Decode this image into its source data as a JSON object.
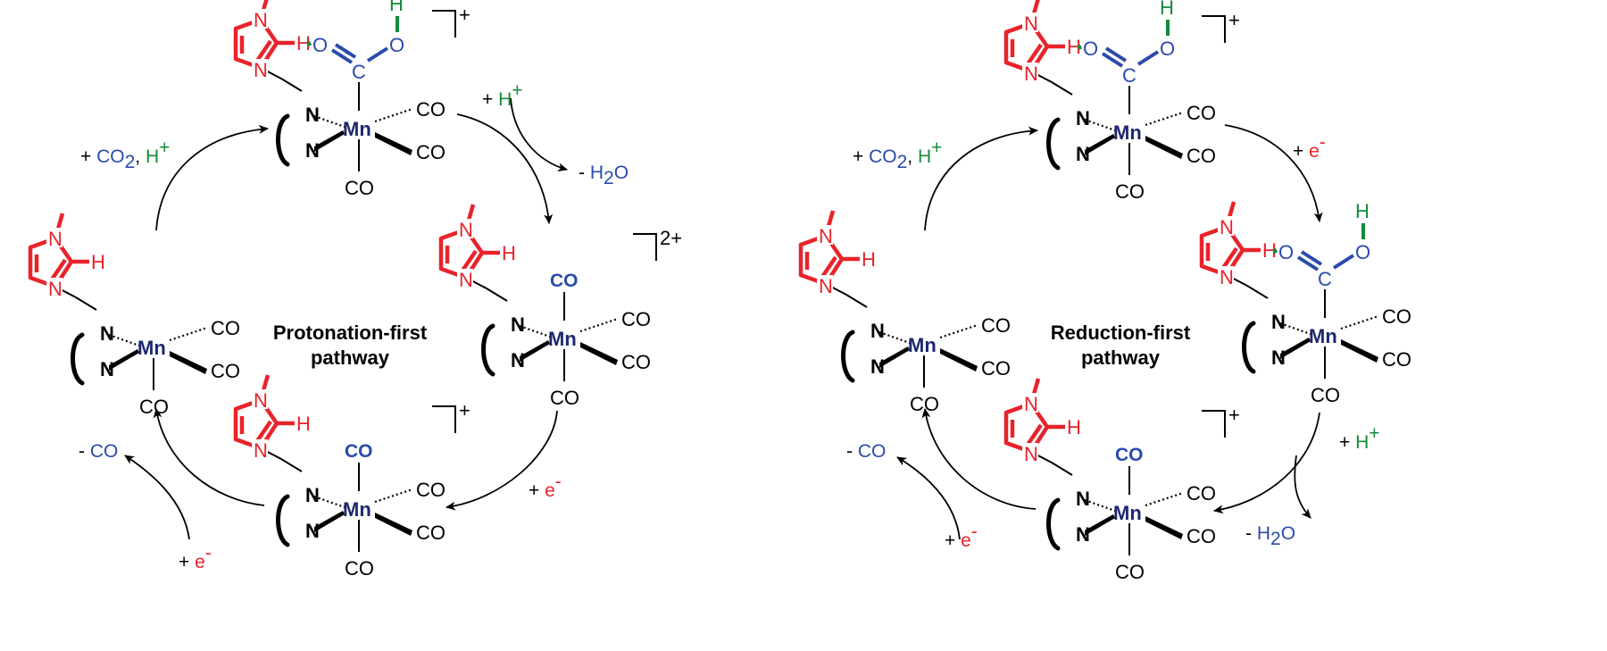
{
  "diagram": {
    "left_cycle": {
      "title_line1": "Protonation-first",
      "title_line2": "pathway",
      "step_labels": {
        "co2_h": {
          "plus": "+ ",
          "co2": "CO",
          "sub2": "2",
          "comma": ", ",
          "h": "H",
          "sup": "+"
        },
        "plus_h": {
          "plus": "+ ",
          "h": "H",
          "sup": "+"
        },
        "minus_h2o": {
          "minus": "- ",
          "h": "H",
          "sub2": "2",
          "o": "O"
        },
        "plus_e": {
          "plus": "+ ",
          "e": "e",
          "sup": "-"
        },
        "plus_e2": {
          "plus": "+ ",
          "e": "e",
          "sup": "-"
        },
        "minus_co": {
          "minus": "- ",
          "co": "CO"
        }
      },
      "charges": {
        "top": "+",
        "right": "2+",
        "bottom": "+"
      }
    },
    "right_cycle": {
      "title_line1": "Reduction-first",
      "title_line2": "pathway",
      "step_labels": {
        "co2_h": {
          "plus": "+ ",
          "co2": "CO",
          "sub2": "2",
          "comma": ", ",
          "h": "H",
          "sup": "+"
        },
        "plus_e": {
          "plus": "+ ",
          "e": "e",
          "sup": "-"
        },
        "plus_h": {
          "plus": "+ ",
          "h": "H",
          "sup": "+"
        },
        "minus_h2o": {
          "minus": "- ",
          "h": "H",
          "sub2": "2",
          "o": "O"
        },
        "plus_e2": {
          "plus": "+ ",
          "e": "e",
          "sup": "-"
        },
        "minus_co": {
          "minus": "- ",
          "co": "CO"
        }
      },
      "charges": {
        "top": "+",
        "bottom": "+"
      }
    },
    "atoms": {
      "mn": "Mn",
      "n": "N",
      "co": "CO",
      "h": "H",
      "o": "O",
      "c": "C"
    },
    "colors": {
      "imidazole": "#e8232a",
      "co2": "#2a4bab",
      "proton": "#158a3a",
      "metal": "#1e2870",
      "ligand": "#000000"
    }
  }
}
